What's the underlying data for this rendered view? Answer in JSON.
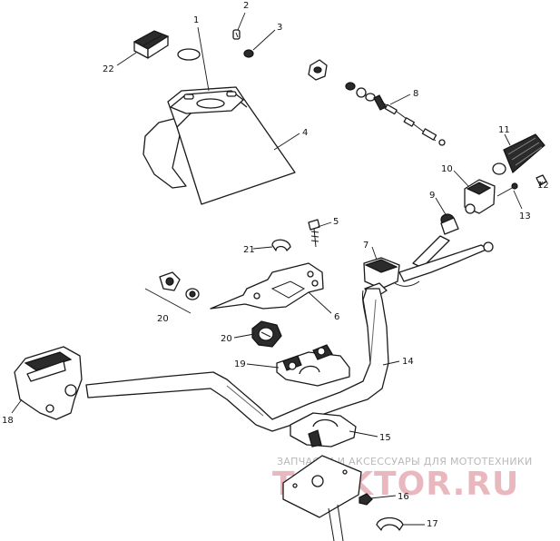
{
  "callouts": {
    "c1": "1",
    "c2": "2",
    "c3": "3",
    "c4": "4",
    "c5": "5",
    "c6": "6",
    "c7": "7",
    "c8": "8",
    "c9": "9",
    "c10": "10",
    "c11": "11",
    "c12": "12",
    "c13": "13",
    "c14": "14",
    "c15": "15",
    "c16": "16",
    "c17": "17",
    "c18": "18",
    "c19": "19",
    "c20a": "20",
    "c20b": "20",
    "c21": "21",
    "c22": "22"
  },
  "watermark": {
    "subtitle": "ЗАПЧАСТИ И АКСЕССУАРЫ ДЛЯ МОТОТЕХНИКИ",
    "brand": "TRAKTOR.RU"
  }
}
